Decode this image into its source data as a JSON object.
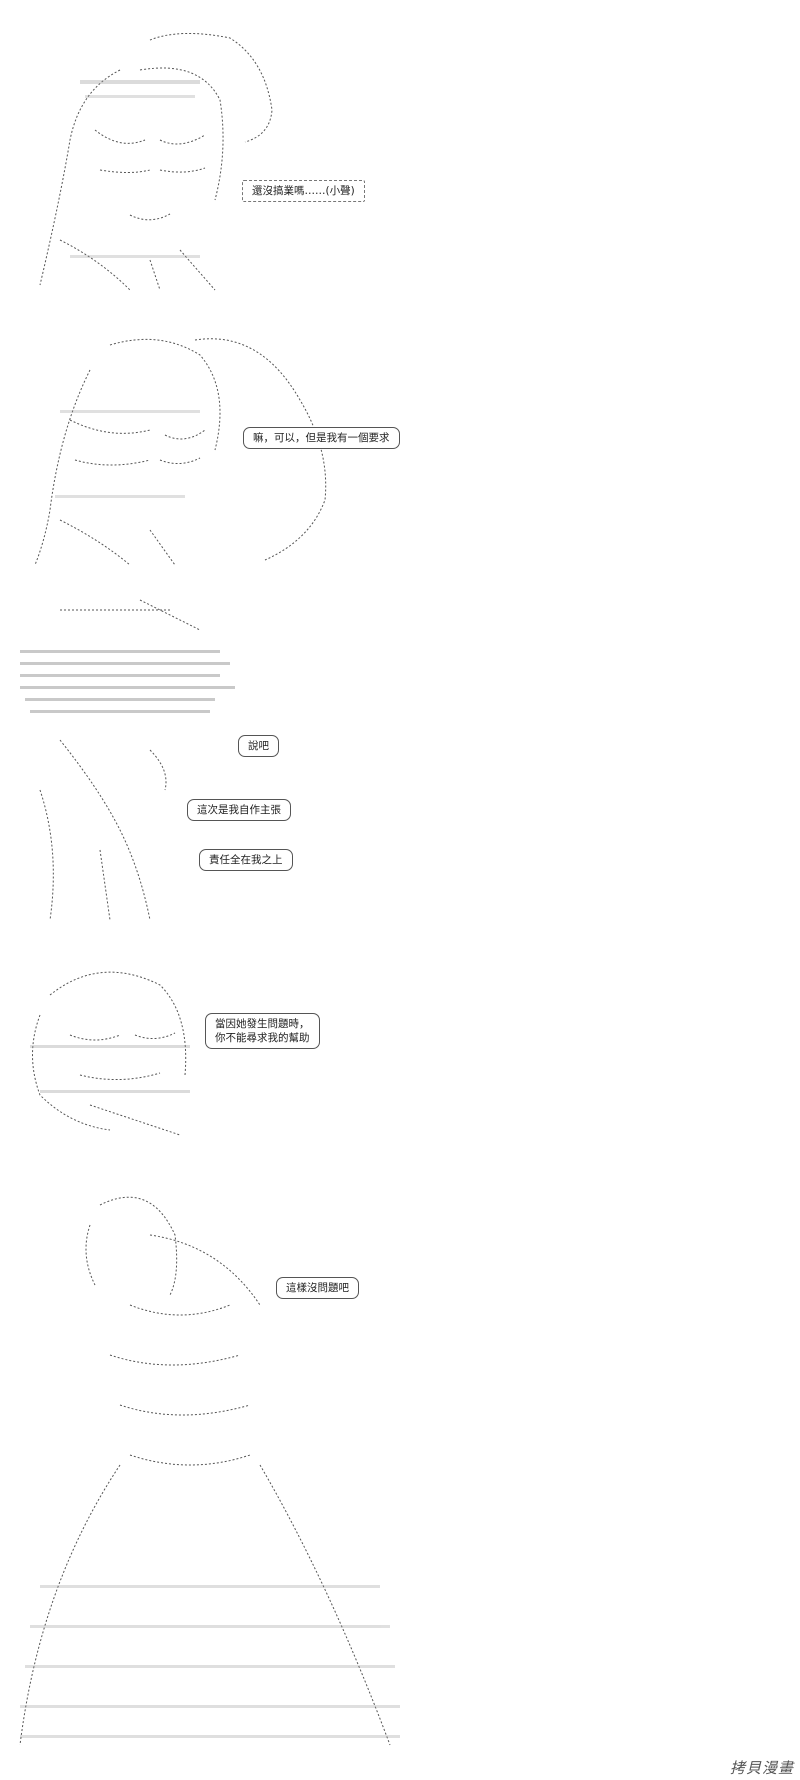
{
  "panels": [
    {
      "bubbles": [
        "還沒搞業嗎……(小聲)"
      ]
    },
    {
      "bubbles": [
        "嘛，可以，但是我有一個要求"
      ]
    },
    {
      "bubbles": [
        "說吧",
        "這次是我自作主張",
        "責任全在我之上"
      ]
    },
    {
      "bubbles": [
        "當因她發生問題時，",
        "你不能尋求我的幫助"
      ]
    },
    {
      "bubbles": [
        "這樣沒問題吧"
      ]
    }
  ],
  "watermark": "拷貝漫畫"
}
